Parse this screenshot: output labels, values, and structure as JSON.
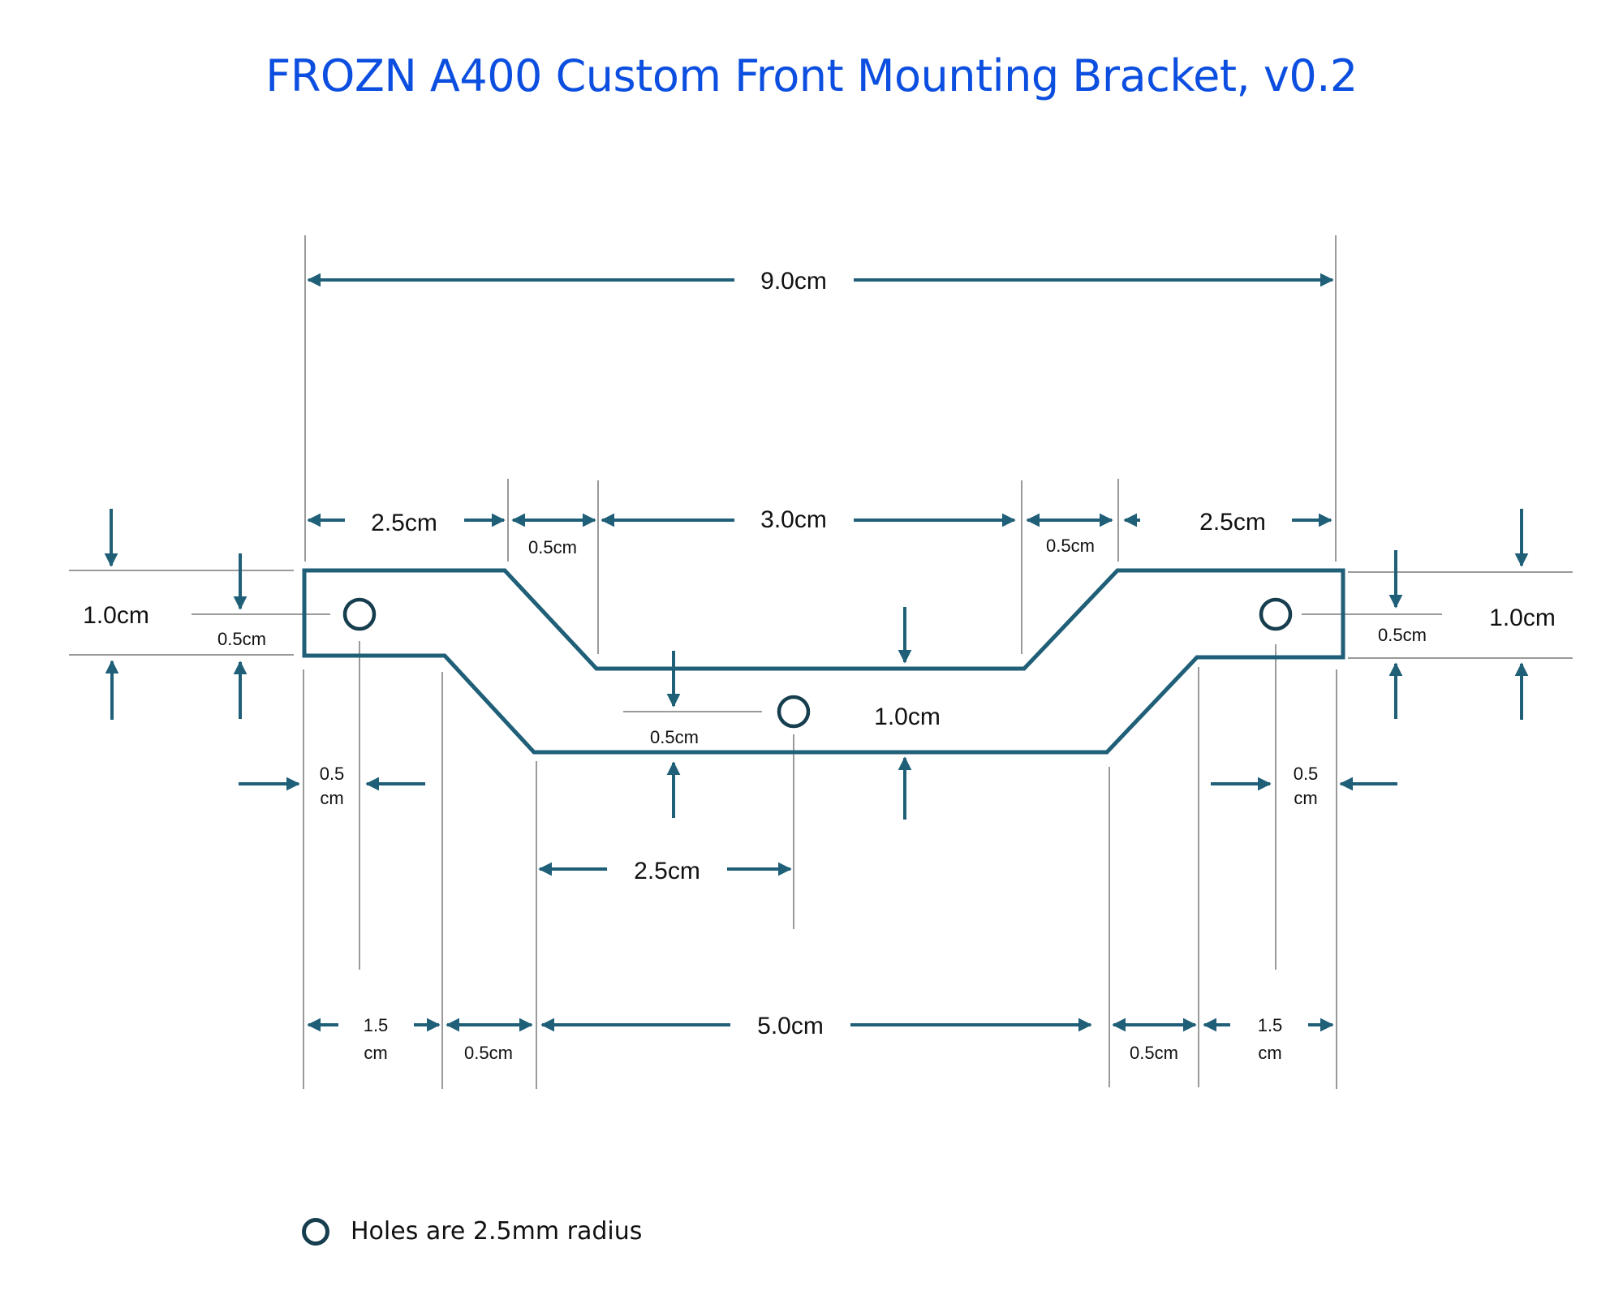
{
  "title": "FROZN A400 Custom Front Mounting Bracket, v0.2",
  "colors": {
    "title": "#0c4fe0",
    "outline": "#1f5f78",
    "arrow": "#1f5f78",
    "extension_line": "#9a9a9a",
    "hole": "#163e4e"
  },
  "dimensions": {
    "overall_width": "9.0cm",
    "top_left_flange": "2.5cm",
    "top_left_taper": "0.5cm",
    "top_center": "3.0cm",
    "top_right_taper": "0.5cm",
    "top_right_flange": "2.5cm",
    "left_height": "1.0cm",
    "left_hole_offset": "0.5cm",
    "right_height": "1.0cm",
    "right_hole_offset": "0.5cm",
    "center_height": "1.0cm",
    "center_hole_offset": "0.5cm",
    "left_hole_inset_a": "0.5",
    "left_hole_inset_b": "cm",
    "right_hole_inset_a": "0.5",
    "right_hole_inset_b": "cm",
    "center_hole_from_left": "2.5cm",
    "bottom_left_a": "1.5",
    "bottom_left_b": "cm",
    "bottom_left_taper": "0.5cm",
    "bottom_center": "5.0cm",
    "bottom_right_taper": "0.5cm",
    "bottom_right_a": "1.5",
    "bottom_right_b": "cm"
  },
  "legend": {
    "icon": "hole-circle-icon",
    "text": "Holes are 2.5mm radius"
  }
}
